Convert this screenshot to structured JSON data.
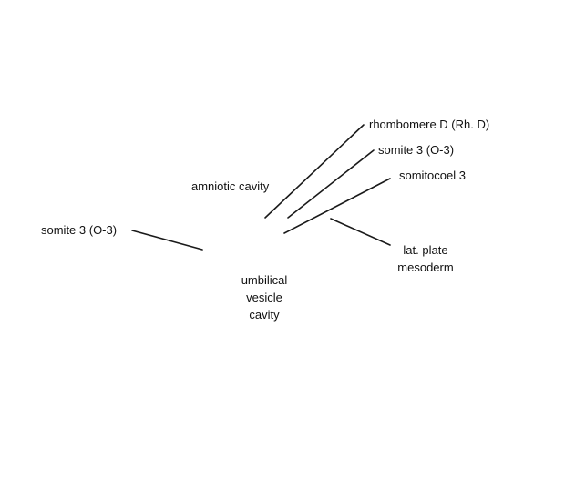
{
  "diagram": {
    "labels": {
      "rhombomere": "rhombomere D (Rh. D)",
      "somite_right": "somite 3 (O-3)",
      "somitocoel": "somitocoel 3",
      "amniotic_cavity": "amniotic cavity",
      "somite_left": "somite 3 (O-3)",
      "lat_plate": [
        "lat. plate",
        "mesoderm"
      ],
      "umbilical_vesicle_cavity": [
        "umbilical",
        "vesicle",
        "cavity"
      ]
    },
    "line_color": "#1a1a1a",
    "text_color": "#111111",
    "background": "#ffffff"
  }
}
